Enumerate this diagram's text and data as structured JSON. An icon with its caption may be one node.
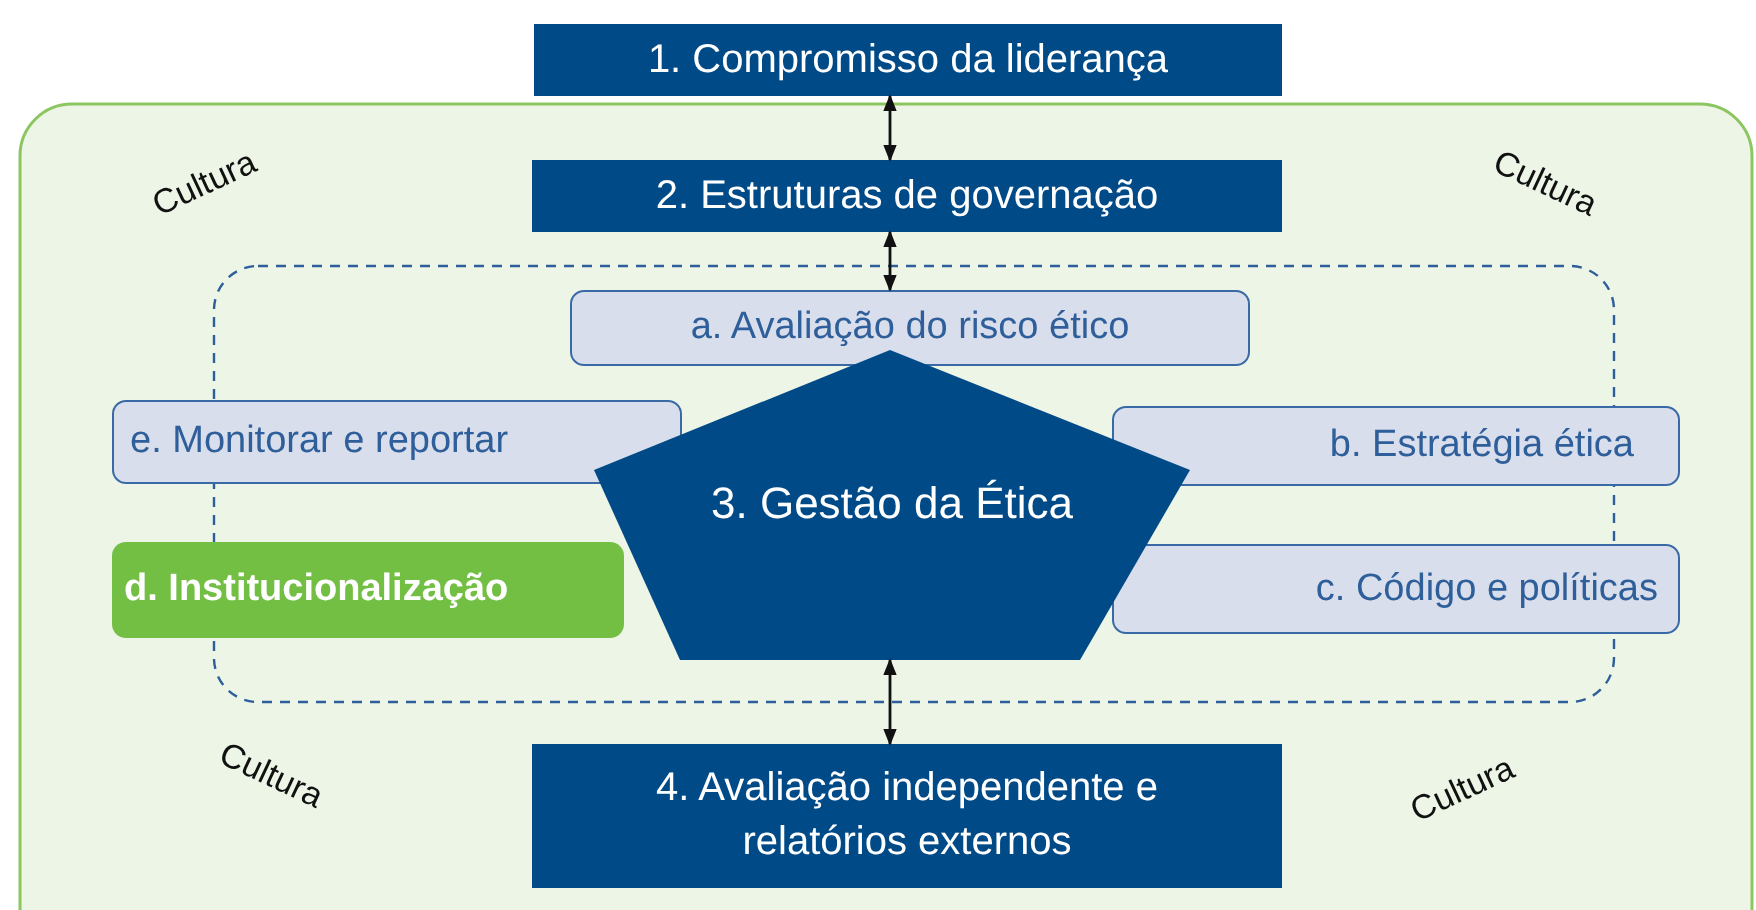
{
  "diagram": {
    "nodes": [
      {
        "text": [
          "1. Compromisso da liderança"
        ]
      },
      {
        "text": [
          "2. Estruturas de governação"
        ]
      },
      {
        "text": [
          "a. Avaliação do risco ético"
        ]
      },
      {
        "text": [
          "e. Monitorar e reportar"
        ]
      },
      {
        "text": [
          "3. Gestão da Ética"
        ]
      },
      {
        "text": [
          "b. Estratégia ética"
        ]
      },
      {
        "text": [
          "d. Institucionalização"
        ]
      },
      {
        "text": [
          "c. Código e políticas"
        ]
      },
      {
        "text": [
          "4. Avaliação independente e relatórios externos"
        ]
      }
    ],
    "edges": [
      {
        "from": 0,
        "to": 1,
        "arrow": "both"
      },
      {
        "from": 1,
        "to": 2,
        "arrow": "both"
      },
      {
        "from": 4,
        "to": 8,
        "arrow": "both"
      }
    ],
    "labels": [
      "Cultura",
      "Cultura",
      "Cultura",
      "Cultura"
    ]
  }
}
